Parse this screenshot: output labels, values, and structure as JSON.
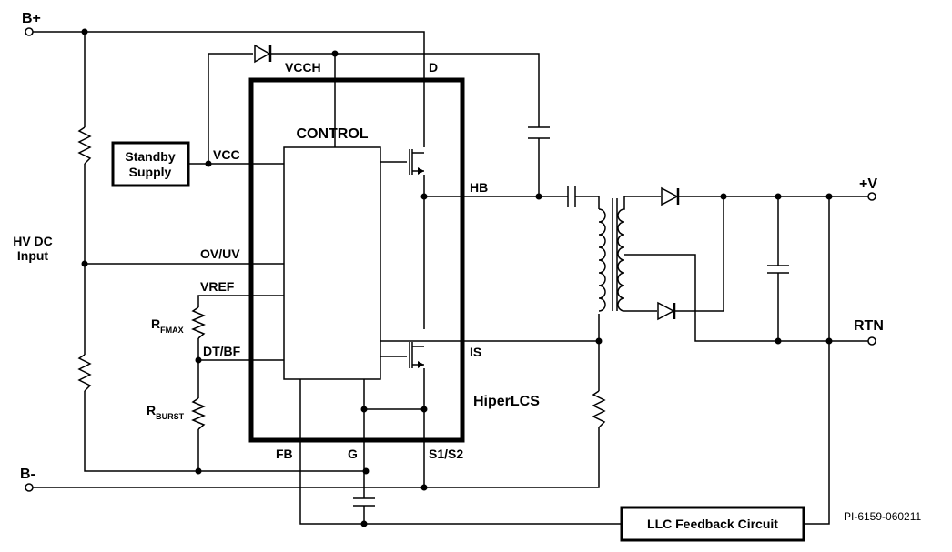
{
  "terminals": {
    "b_plus": "B+",
    "b_minus": "B-",
    "hv_dc_line1": "HV DC",
    "hv_dc_line2": "Input",
    "plus_v": "+V",
    "rtn": "RTN"
  },
  "ic": {
    "name": "HiperLCS",
    "control": "CONTROL",
    "pins": {
      "vcch": "VCCH",
      "d": "D",
      "vcc": "VCC",
      "hb": "HB",
      "ov_uv": "OV/UV",
      "vref": "VREF",
      "dt_bf": "DT/BF",
      "is": "IS",
      "fb": "FB",
      "g": "G",
      "s1_s2": "S1/S2"
    }
  },
  "blocks": {
    "standby_line1": "Standby",
    "standby_line2": "Supply",
    "llc_feedback": "LLC Feedback Circuit"
  },
  "resistors": {
    "rfmax_main": "R",
    "rfmax_sub": "FMAX",
    "rburst_main": "R",
    "rburst_sub": "BURST"
  },
  "figure_id": "PI-6159-060211"
}
